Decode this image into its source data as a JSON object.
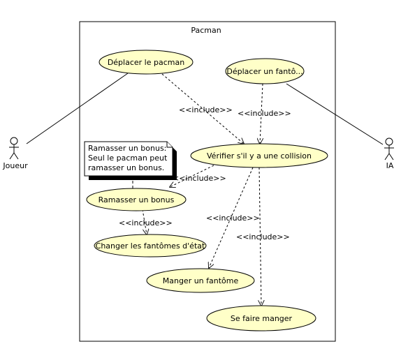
{
  "system": {
    "title": "Pacman"
  },
  "actors": {
    "joueur": "Joueur",
    "ia": "IA"
  },
  "usecases": {
    "deplacer_pacman": "Déplacer le pacman",
    "deplacer_fantome": "Déplacer un fantô...",
    "verifier_collision": "Vérifier s'il y a une collision",
    "ramasser_bonus": "Ramasser un bonus",
    "changer_fantomes": "Changer les fantômes d'état",
    "manger_fantome": "Manger un fantôme",
    "se_faire_manger": "Se faire manger"
  },
  "note": {
    "lines": [
      "Ramasser un bonus:",
      "Seul le pacman peut",
      "ramasser un bonus."
    ]
  },
  "relations": {
    "include": "<<include>>"
  },
  "colors": {
    "usecase_fill": "#ffffc8",
    "stroke": "#000000",
    "background": "#ffffff"
  }
}
